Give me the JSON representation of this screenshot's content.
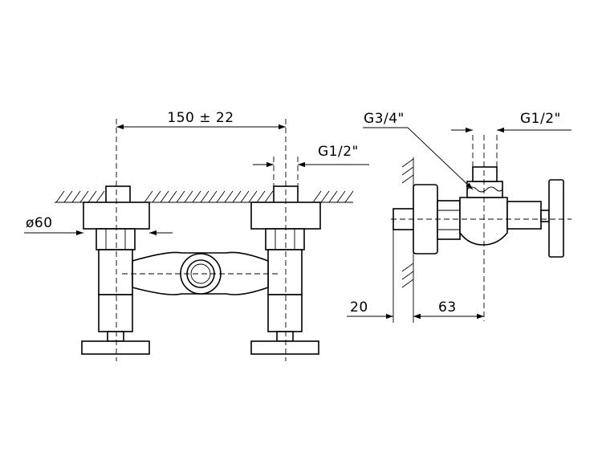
{
  "dimensions": {
    "center_distance": "150 ± 22",
    "inlet_thread_front": "G1/2\"",
    "flange_diameter": "ø60",
    "outlet_thread": "G3/4\"",
    "inlet_thread_side": "G1/2\"",
    "wall_offset": "20",
    "projection": "63"
  },
  "colors": {
    "line": "#000000",
    "background": "#ffffff"
  }
}
